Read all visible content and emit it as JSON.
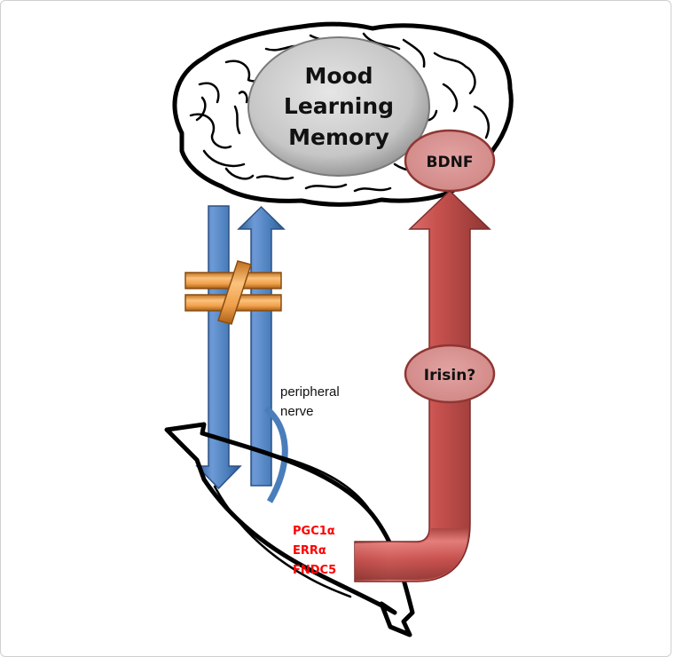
{
  "figure": {
    "center_ellipse_lines": [
      "Mood",
      "Learning",
      "Memory"
    ],
    "bdnf_label": "BDNF",
    "irisin_label": "Irisin?",
    "nerve_label_lines": [
      "peripheral",
      "nerve"
    ],
    "muscle_gene_lines": [
      "PGC1α",
      "ERRα",
      "FNDC5"
    ],
    "colors": {
      "blue_arrow": "#4a7ebb",
      "red_arrow": "#c0504d",
      "red_ellipse": "#d99594",
      "grey_ellipse": "#c8c8c8",
      "orange_symbol": "#f0a04b",
      "gene_text": "#ff0000"
    },
    "icons": {
      "brain": "brain-outline-icon",
      "muscle": "muscle-fiber-icon",
      "not_equal": "not-equal-icon"
    }
  }
}
